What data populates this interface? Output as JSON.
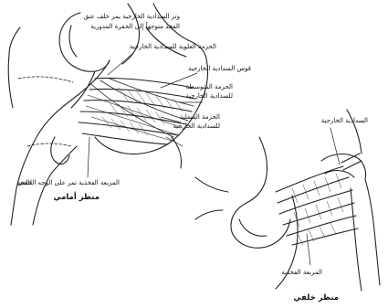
{
  "labels": {
    "tendon_line1": "وتر السدادية الخارجية يمر خلف عنق",
    "tendon_line2": "الفخذ متوجهاً إلى الحفرة المدورية",
    "upper_bundle": "الحزمة العلوية للسدادية الخارجية",
    "arc": "قوس السدادية الخارجية",
    "middle_bundle_line1": "الحزمة المتوسطة",
    "middle_bundle_line2": "للسدادية الخارجية",
    "lower_bundle_line1": "الحزمة السفلية",
    "lower_bundle_line2": "للسدادية الخارجية",
    "quadratus_front_line1": "المربعة الفخذية تمر على الوجه الخلفي",
    "quadratus_front_line2": "للفخذ",
    "front_view": "منظر أمامي",
    "obturator_externus_back": "السدادية الخارجية",
    "quadratus_back": "المربعة الفخذية",
    "back_view": "منظر خلفي"
  }
}
